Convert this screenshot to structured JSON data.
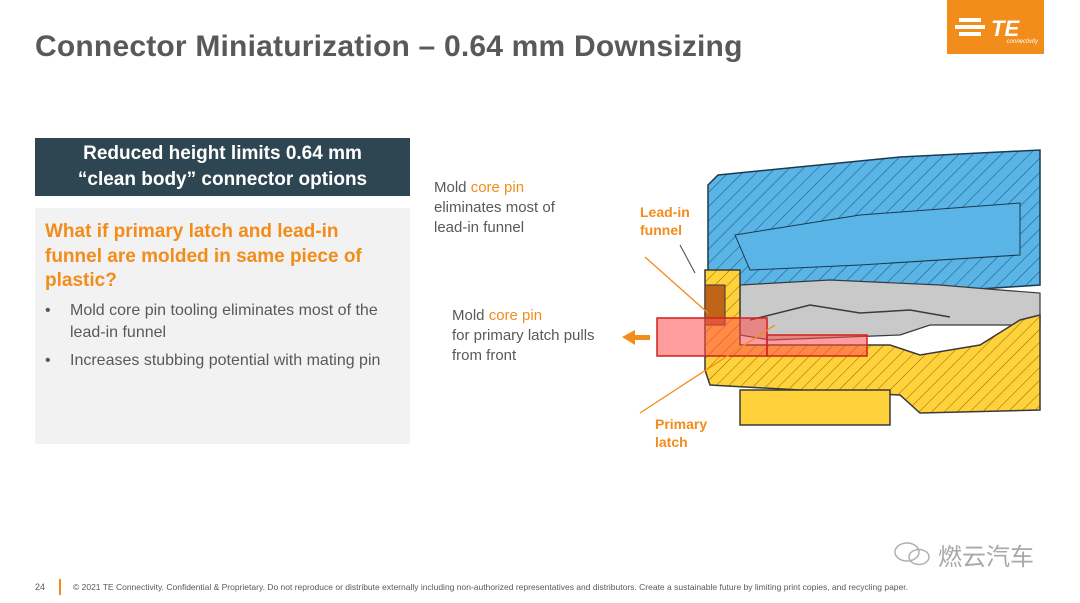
{
  "slide": {
    "title": "Connector Miniaturization – 0.64 mm Downsizing",
    "logo_text": "TE",
    "logo_sub": "connectivity"
  },
  "callout": {
    "line1": "Reduced height limits 0.64 mm",
    "line2": "“clean body” connector options"
  },
  "question": "What if primary latch and lead-in funnel are molded in same piece of plastic?",
  "bullets": [
    "Mold core pin tooling eliminates most of the lead-in funnel",
    "Increases stubbing potential with mating pin"
  ],
  "diagram": {
    "label_top_a": "Mold ",
    "label_top_b": "core pin",
    "label_top_c": "eliminates most of lead-in funnel",
    "label_mid_a": "Mold ",
    "label_mid_b": "core pin",
    "label_mid_c": "for primary latch pulls from front",
    "lead_in": "Lead-in funnel",
    "primary_latch": "Primary latch"
  },
  "footer": {
    "page": "24",
    "text": "© 2021 TE Connectivity. Confidential & Proprietary. Do not reproduce or distribute externally including non-authorized representatives and distributors. Create a sustainable future by limiting print copies, and recycling paper."
  },
  "watermark": "燃云汽车",
  "colors": {
    "accent": "#f28c1a",
    "dark": "#2e4651",
    "blue": "#5ab4e6",
    "yellow": "#ffd23c"
  }
}
